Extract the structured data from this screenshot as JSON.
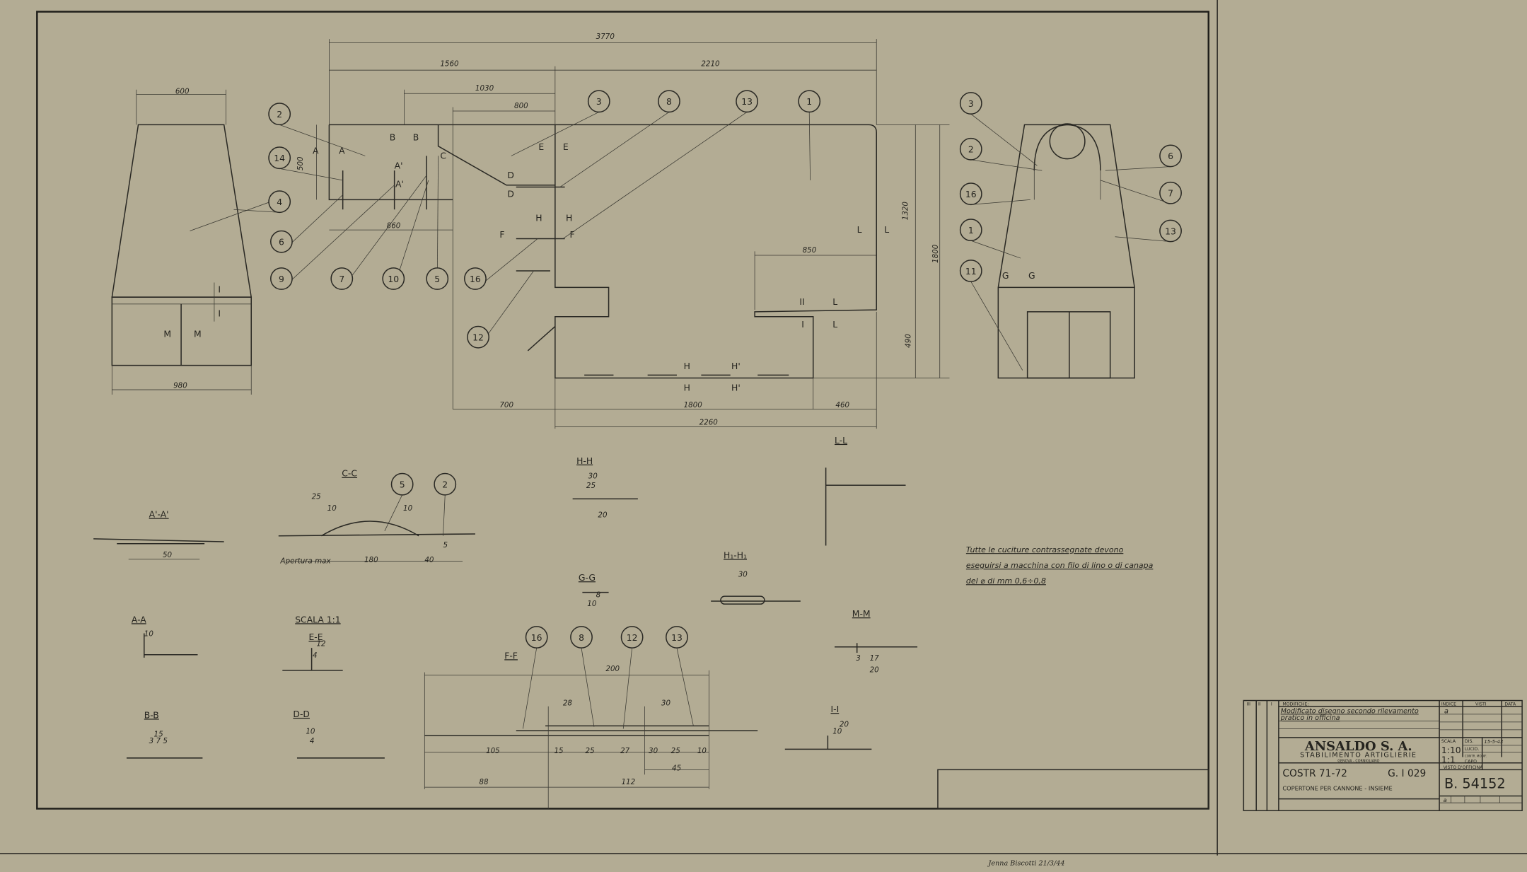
{
  "drawing": {
    "dimensions": [
      "3770",
      "1560",
      "2210",
      "1030",
      "800",
      "600",
      "500",
      "860",
      "1320",
      "1800",
      "850",
      "490",
      "700",
      "1800",
      "460",
      "2260",
      "980"
    ],
    "cut_letters": [
      "A",
      "A",
      "B",
      "B",
      "C",
      "A'",
      "A'",
      "D",
      "D",
      "E",
      "E",
      "H",
      "H",
      "F",
      "F",
      "L",
      "L",
      "II",
      "L",
      "I",
      "L",
      "H",
      "H'",
      "H",
      "H'",
      "I",
      "I",
      "M",
      "M",
      "G",
      "G"
    ],
    "balloons": [
      "2",
      "14",
      "4",
      "6",
      "9",
      "7",
      "10",
      "5",
      "16",
      "12",
      "3",
      "8",
      "13",
      "1",
      "3",
      "2",
      "16",
      "1",
      "11",
      "6",
      "7",
      "13",
      "5",
      "2",
      "16",
      "8",
      "12",
      "13"
    ],
    "section_titles": [
      "A'-A'",
      "C-C",
      "H-H",
      "L-L",
      "G-G",
      "H₁-H₁",
      "A-A",
      "SCALA 1:1",
      "E-E",
      "F-F",
      "M-M",
      "B-B",
      "D-D",
      "I-I"
    ],
    "section_dims": [
      "50",
      "25",
      "10",
      "10",
      "180",
      "40",
      "5",
      "Apertura max",
      "30",
      "25",
      "20",
      "8",
      "10",
      "30",
      "10",
      "12",
      "4",
      "3",
      "17",
      "20",
      "15",
      "3 7 5",
      "10",
      "4",
      "20",
      "10"
    ],
    "ff_dims": [
      "200",
      "28",
      "30",
      "105",
      "15",
      "25",
      "27",
      "30",
      "25",
      "10",
      "45",
      "88",
      "112"
    ]
  },
  "note": {
    "line1": "Tutte le cuciture      contrassegnate devono",
    "line2": "eseguirsi a macchina con filo di lino o di canapa",
    "line3": "del ⌀ di mm 0,6÷0,8"
  },
  "title_block": {
    "col_headers": [
      "III",
      "II",
      "I"
    ],
    "modifiche_label": "MODIFICHE:",
    "modifica_line1": "Modificato disegno secondo rilevamento",
    "modifica_line2": "pratico in officina",
    "indice_label": "INDICE",
    "indice_value": "a",
    "visti_label": "VISTI",
    "data_label": "DATA",
    "company": "ANSALDO S. A.",
    "division": "STABILIMENTO ARTIGLIERIE",
    "location": "GENOVA - CORNIGLIANO",
    "scala_label": "SCALA",
    "scale1": "1:10",
    "scale2": "1:1",
    "dis_label": "DIS.",
    "date_signed": "15-5-43",
    "lucid_label": "LUCID.",
    "contr_label": "CONTR. MODIF.",
    "capo_label": "CAPO",
    "visto_label": "VISTO D'OFFICINA",
    "costr": "COSTR 71-72",
    "group": "G. I 029",
    "description": "COPERTONE PER CANNONE - INSIEME",
    "drawing_number": "B. 54152",
    "revision": "a"
  },
  "signature": "Jenna Biscotti 21/3/44"
}
